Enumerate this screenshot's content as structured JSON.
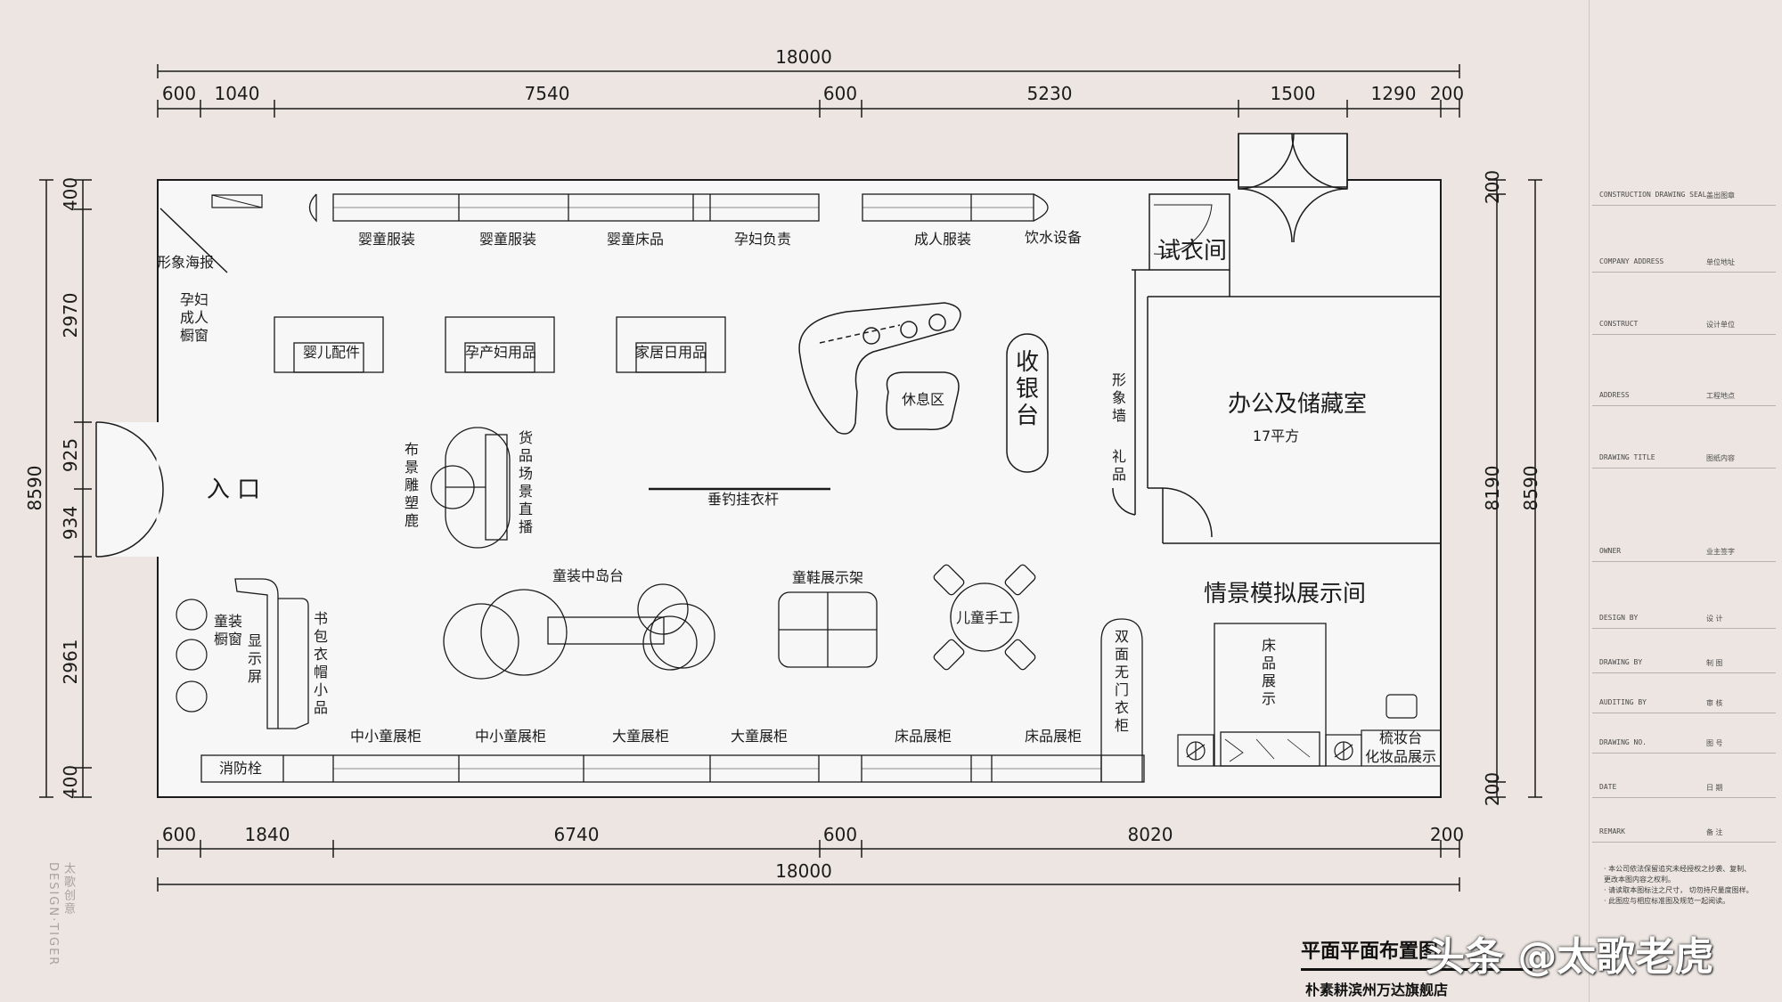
{
  "dimensions": {
    "total_top": "18000",
    "top": [
      "600",
      "1040",
      "7540",
      "600",
      "5230",
      "1500",
      "1290",
      "200"
    ],
    "total_bottom": "18000",
    "bottom": [
      "600",
      "1840",
      "6740",
      "600",
      "8020",
      "200"
    ],
    "left_total": "8590",
    "left": [
      "400",
      "2970",
      "925",
      "934",
      "2961",
      "400"
    ],
    "right_inner": "8190",
    "right_total": "8590",
    "right_small_top": "200",
    "right_small_bottom": "200"
  },
  "labels": {
    "entrance": "入 口",
    "poster": "形象海报",
    "maternity_window": "孕妇\n成人\n橱窗",
    "top_baby_clothes_1": "婴童服装",
    "top_baby_clothes_2": "婴童服装",
    "top_baby_bedding": "婴童床品",
    "top_maternity": "孕妇负责",
    "top_adult_clothes": "成人服装",
    "top_water": "饮水设备",
    "fitting_room": "试衣间",
    "baby_accessories": "婴儿配件",
    "maternity_supplies": "孕产妇用品",
    "home_goods": "家居日用品",
    "rest_area": "休息区",
    "cashier": "收\n银\n台",
    "image_wall": "形\n象\n墙",
    "gift": "礼\n品",
    "office": "办公及储藏室",
    "office_area": "17平方",
    "deer": "布\n景\n雕\n塑\n鹿",
    "live_stream": "货\n品\n场\n景\n直\n播",
    "hanging_rod": "垂钓挂衣杆",
    "island": "童装中岛台",
    "shoe_rack": "童鞋展示架",
    "kids_craft": "儿童手工",
    "scene_room": "情景模拟展示间",
    "double_wardrobe": "双\n面\n无\n门\n衣\n柜",
    "bedding_display": "床\n品\n展\n示",
    "vanity": "梳妆台",
    "cosmetics": "化妆品展示",
    "kids_window": "童装\n橱窗",
    "display_screen": "显\n示\n屏",
    "bag_hat": "书\n包\n衣\n帽\n小\n品",
    "bottom_mid_small_1": "中小童展柜",
    "bottom_mid_small_2": "中小童展柜",
    "bottom_big_1": "大童展柜",
    "bottom_big_2": "大童展柜",
    "bottom_bedding_1": "床品展柜",
    "bottom_bedding_2": "床品展柜",
    "hydrant": "消防栓"
  },
  "title_block": [
    {
      "en": "CONSTRUCTION DRAWING SEAL",
      "cn": "盖出图章"
    },
    {
      "en": "COMPANY ADDRESS",
      "cn": "单位地址"
    },
    {
      "en": "CONSTRUCT",
      "cn": "设计单位"
    },
    {
      "en": "ADDRESS",
      "cn": "工程地点"
    },
    {
      "en": "DRAWING TITLE",
      "cn": "图纸内容"
    },
    {
      "en": "OWNER",
      "cn": "业主签字"
    },
    {
      "en": "DESIGN BY",
      "cn": "设   计"
    },
    {
      "en": "DRAWING BY",
      "cn": "制   图"
    },
    {
      "en": "AUDITING BY",
      "cn": "审   核"
    },
    {
      "en": "DRAWING NO.",
      "cn": "图   号"
    },
    {
      "en": "DATE",
      "cn": "日   期"
    },
    {
      "en": "REMARK",
      "cn": "备   注"
    }
  ],
  "notes": [
    "· 本公司依法保留追究未经授权之抄袭、复制、",
    "  更改本图内容之权利。",
    "· 请读取本图标注之尺寸， 切勿持尺量度图样。",
    "· 此图应与相应标准图及规范一起阅读。"
  ],
  "footer": {
    "title": "平面平面布置图",
    "subtitle": "朴素耕滨州万达旗舰店",
    "watermark": "头条 @太歌老虎",
    "brand": "太歌创意 DESIGN·TIGER"
  },
  "colors": {
    "background": "#ece5e1",
    "plan_fill": "#f7f7f7",
    "line": "#1b1b1b"
  }
}
